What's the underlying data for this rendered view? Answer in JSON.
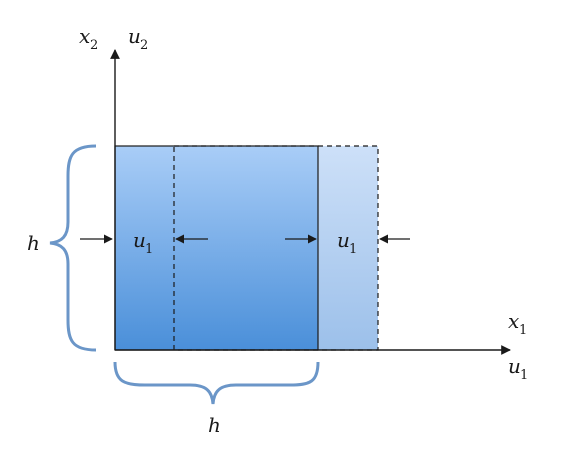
{
  "labels": {
    "x2": "x",
    "x2_sub": "2",
    "u2": "u",
    "u2_sub": "2",
    "x1": "x",
    "x1_sub": "1",
    "u1_axis": "u",
    "u1_axis_sub": "1",
    "h_left": "h",
    "h_bottom": "h",
    "u1_left": "u",
    "u1_left_sub": "1",
    "u1_right": "u",
    "u1_right_sub": "1"
  },
  "colors": {
    "solid_top": "#a9cdf7",
    "solid_bottom": "#4a8fd9",
    "ghost_top": "#cde0f8",
    "ghost_bottom": "#9cc0ea",
    "brace": "#6b96c8",
    "ink": "#1a1a1a"
  }
}
